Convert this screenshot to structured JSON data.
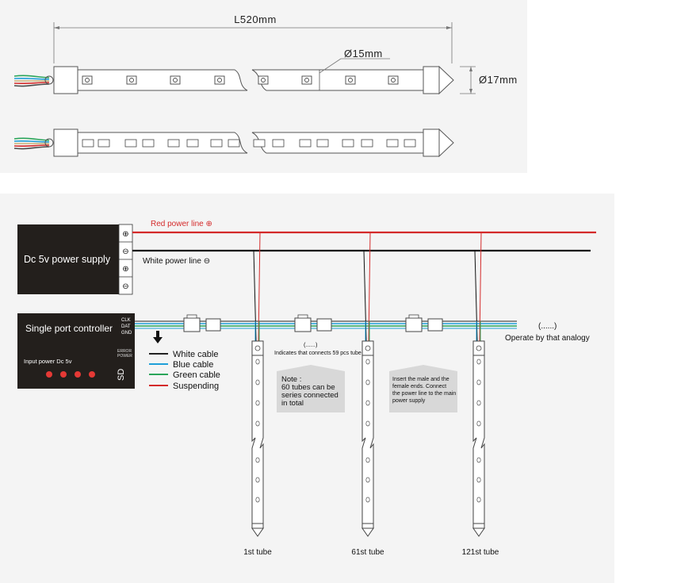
{
  "dimensions": {
    "length": "L520mm",
    "inner_diameter": "Ø15mm",
    "outer_diameter": "Ø17mm"
  },
  "power_supply": {
    "title": "Dc 5v power supply",
    "terminals": [
      "⊕",
      "⊖",
      "⊕",
      "⊖"
    ]
  },
  "controller": {
    "title": "Single port controller",
    "pins": [
      "CLK",
      "DAT",
      "GND"
    ],
    "status_labels": [
      "ERROR",
      "POWER"
    ],
    "input_label": "Input power Dc 5v",
    "sd_label": "SD"
  },
  "power_lines": {
    "red_label": "Red power line ⊕",
    "white_label": "White power line ⊖",
    "red_color": "#d42a2a",
    "black_color": "#111111"
  },
  "legend": [
    {
      "label": "White cable",
      "color": "#222222"
    },
    {
      "label": "Blue cable",
      "color": "#1e9fd8"
    },
    {
      "label": "Green cable",
      "color": "#2aa55a"
    },
    {
      "label": "Suspending",
      "color": "#d42a2a"
    }
  ],
  "annotations": {
    "ellipsis_mid": "(......)",
    "connects_note": "Indicates that connects 59 pcs tube",
    "ellipsis_right": "(......)",
    "analogy_note": "Operate by that analogy"
  },
  "note_box_1": {
    "lines": [
      "Note :",
      "60 tubes can be",
      "series connected",
      "in total"
    ]
  },
  "note_box_2": {
    "lines": [
      "Insert the male and the",
      "female ends. Connect",
      "the power line to the main",
      "power supply"
    ]
  },
  "tubes": [
    {
      "label": "1st tube"
    },
    {
      "label": "61st tube"
    },
    {
      "label": "121st tube"
    }
  ]
}
